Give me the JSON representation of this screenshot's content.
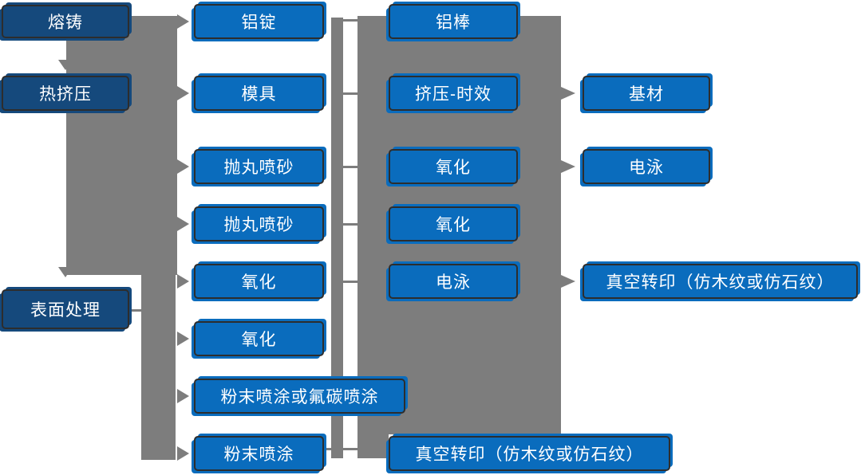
{
  "colors": {
    "node_blue": "#0a6cbd",
    "node_navy": "#15497c",
    "connector_gray": "#7d7d7d",
    "node_border": "#2d2d2d",
    "text": "#ffffff"
  },
  "nodes": {
    "melting_casting": {
      "label": "熔铸"
    },
    "hot_extrusion": {
      "label": "热挤压"
    },
    "surface_treatment": {
      "label": "表面处理"
    },
    "aluminum_ingot": {
      "label": "铝锭"
    },
    "mold": {
      "label": "模具"
    },
    "shot_blast_1": {
      "label": "抛丸喷砂"
    },
    "shot_blast_2": {
      "label": "抛丸喷砂"
    },
    "oxidation_1": {
      "label": "氧化"
    },
    "oxidation_2": {
      "label": "氧化"
    },
    "powder_or_fluorocarbon": {
      "label": "粉末喷涂或氟碳喷涂"
    },
    "powder_coating": {
      "label": "粉末喷涂"
    },
    "aluminum_rod": {
      "label": "铝棒"
    },
    "extrusion_aging": {
      "label": "挤压-时效"
    },
    "oxidation_3": {
      "label": "氧化"
    },
    "oxidation_4": {
      "label": "氧化"
    },
    "electrophoresis_1": {
      "label": "电泳"
    },
    "vacuum_transfer_bottom": {
      "label": "真空转印（仿木纹或仿石纹）"
    },
    "base_material": {
      "label": "基材"
    },
    "electrophoresis_2": {
      "label": "电泳"
    },
    "vacuum_transfer_right": {
      "label": "真空转印（仿木纹或仿石纹）"
    }
  }
}
